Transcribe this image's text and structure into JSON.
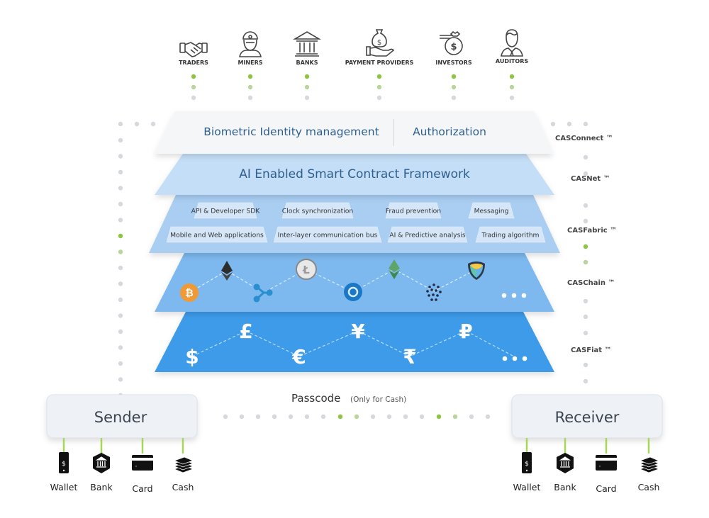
{
  "stakeholders": [
    {
      "label": "TRADERS",
      "icon": "handshake-icon"
    },
    {
      "label": "MINERS",
      "icon": "miner-icon"
    },
    {
      "label": "BANKS",
      "icon": "bank-building-icon"
    },
    {
      "label": "PAYMENT PROVIDERS",
      "icon": "money-bag-hand-icon"
    },
    {
      "label": "INVESTORS",
      "icon": "investor-coin-icon"
    },
    {
      "label": "AUDITORS",
      "icon": "auditor-person-icon"
    }
  ],
  "layers": {
    "connect": {
      "left": "Biometric Identity management",
      "right": "Authorization",
      "name": "CASConnect ™"
    },
    "net": {
      "title": "AI Enabled Smart Contract Framework",
      "name": "CASNet ™"
    },
    "fabric": {
      "name": "CASFabric ™",
      "row1": [
        "API & Developer SDK",
        "Clock synchronization",
        "Fraud prevention",
        "Messaging"
      ],
      "row2": [
        "Mobile and Web applications",
        "Inter-layer communication bus",
        "AI & Predictive analysis",
        "Trading algorithm"
      ]
    },
    "chain": {
      "name": "CASChain ™",
      "coins": [
        "bitcoin-icon",
        "ethereum-icon",
        "ripple-icon",
        "litecoin-icon",
        "icon-coin-icon",
        "ethereum-classic-icon",
        "iota-icon",
        "nem-icon"
      ],
      "more": "• • •"
    },
    "fiat": {
      "name": "CASFiat ™",
      "currencies": [
        "$",
        "£",
        "€",
        "¥",
        "₹",
        "₽"
      ],
      "more": "• • •"
    }
  },
  "passcode": {
    "label": "Passcode",
    "note": "(Only for Cash)"
  },
  "sender": {
    "title": "Sender",
    "methods": [
      "Wallet",
      "Bank",
      "Card",
      "Cash"
    ]
  },
  "receiver": {
    "title": "Receiver",
    "methods": [
      "Wallet",
      "Bank",
      "Card",
      "Cash"
    ]
  },
  "colors": {
    "layer_connect": "#f5f6f8",
    "layer_net": "#c4def7",
    "layer_fabric": "#a9cef2",
    "layer_chain": "#7db8ee",
    "layer_fiat": "#3d9be9",
    "dot_green": "#8cc63f",
    "dot_gray": "#d5d8dc"
  }
}
